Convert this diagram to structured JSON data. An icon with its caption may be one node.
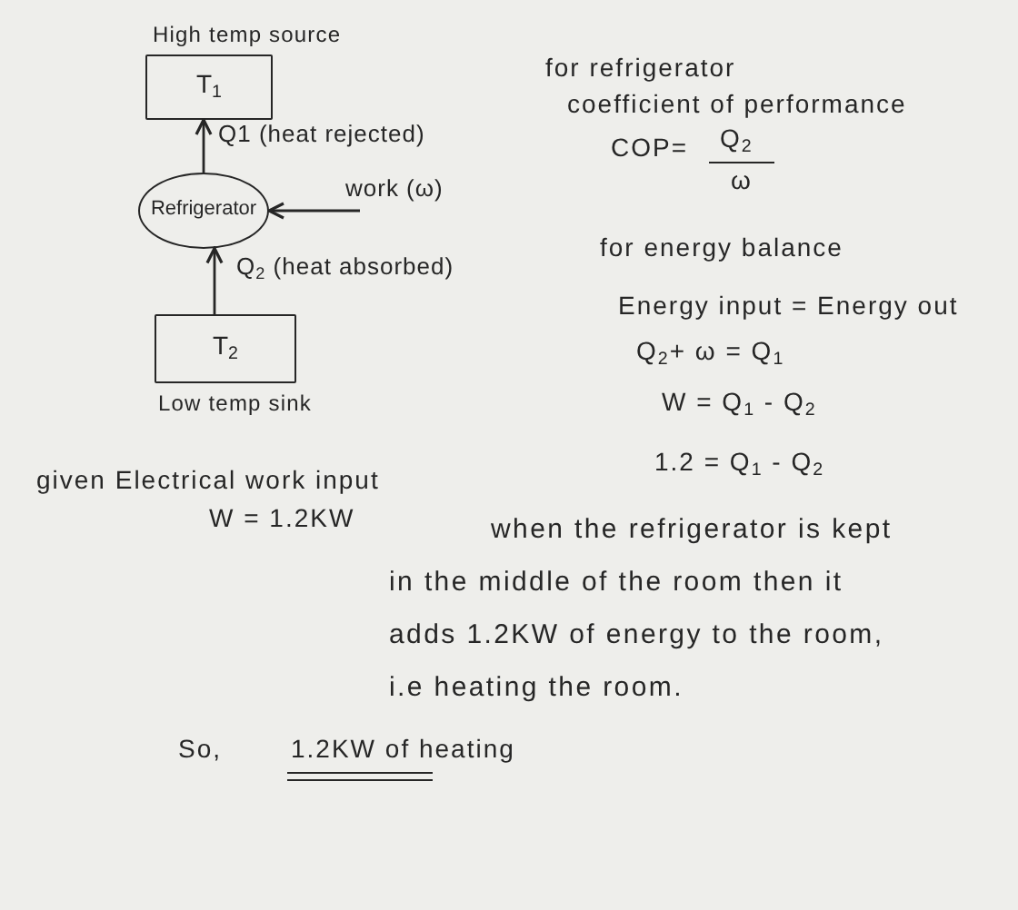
{
  "diagram": {
    "nodes": [
      {
        "text": [
          "High temp source",
          "T$_{1}$"
        ]
      },
      {
        "text": [
          "Refrigerator"
        ]
      },
      {
        "text": [
          "T$_{2}$",
          "Low temp sink"
        ]
      }
    ],
    "edges": [
      {
        "from": 1,
        "to": 0,
        "arrow": "to",
        "label": "Q1 (heat rejected)"
      },
      {
        "from": 2,
        "to": 1,
        "arrow": "to",
        "label": "Q$_{2}$ (heat absorbed)"
      },
      {
        "from": null,
        "to": 1,
        "arrow": "to",
        "label": "work (ω)"
      }
    ],
    "labels": [
      "for refrigerator",
      "coefficient of performance",
      "COP=",
      "Q$_{2}$",
      "ω",
      "for energy balance",
      "Energy input = Energy out",
      "Q$_{2}$+ ω = Q$_{1}$",
      "W = Q$_{1}$ - Q$_{2}$",
      "1.2 = Q$_{1}$ - Q$_{2}$",
      "given Electrical work input",
      "W = 1.2KW",
      "when the refrigerator is kept in the middle of the room then it adds 1.2KW of energy to the room, i.e heating the room.",
      "So,",
      "1.2KW of heating"
    ]
  }
}
